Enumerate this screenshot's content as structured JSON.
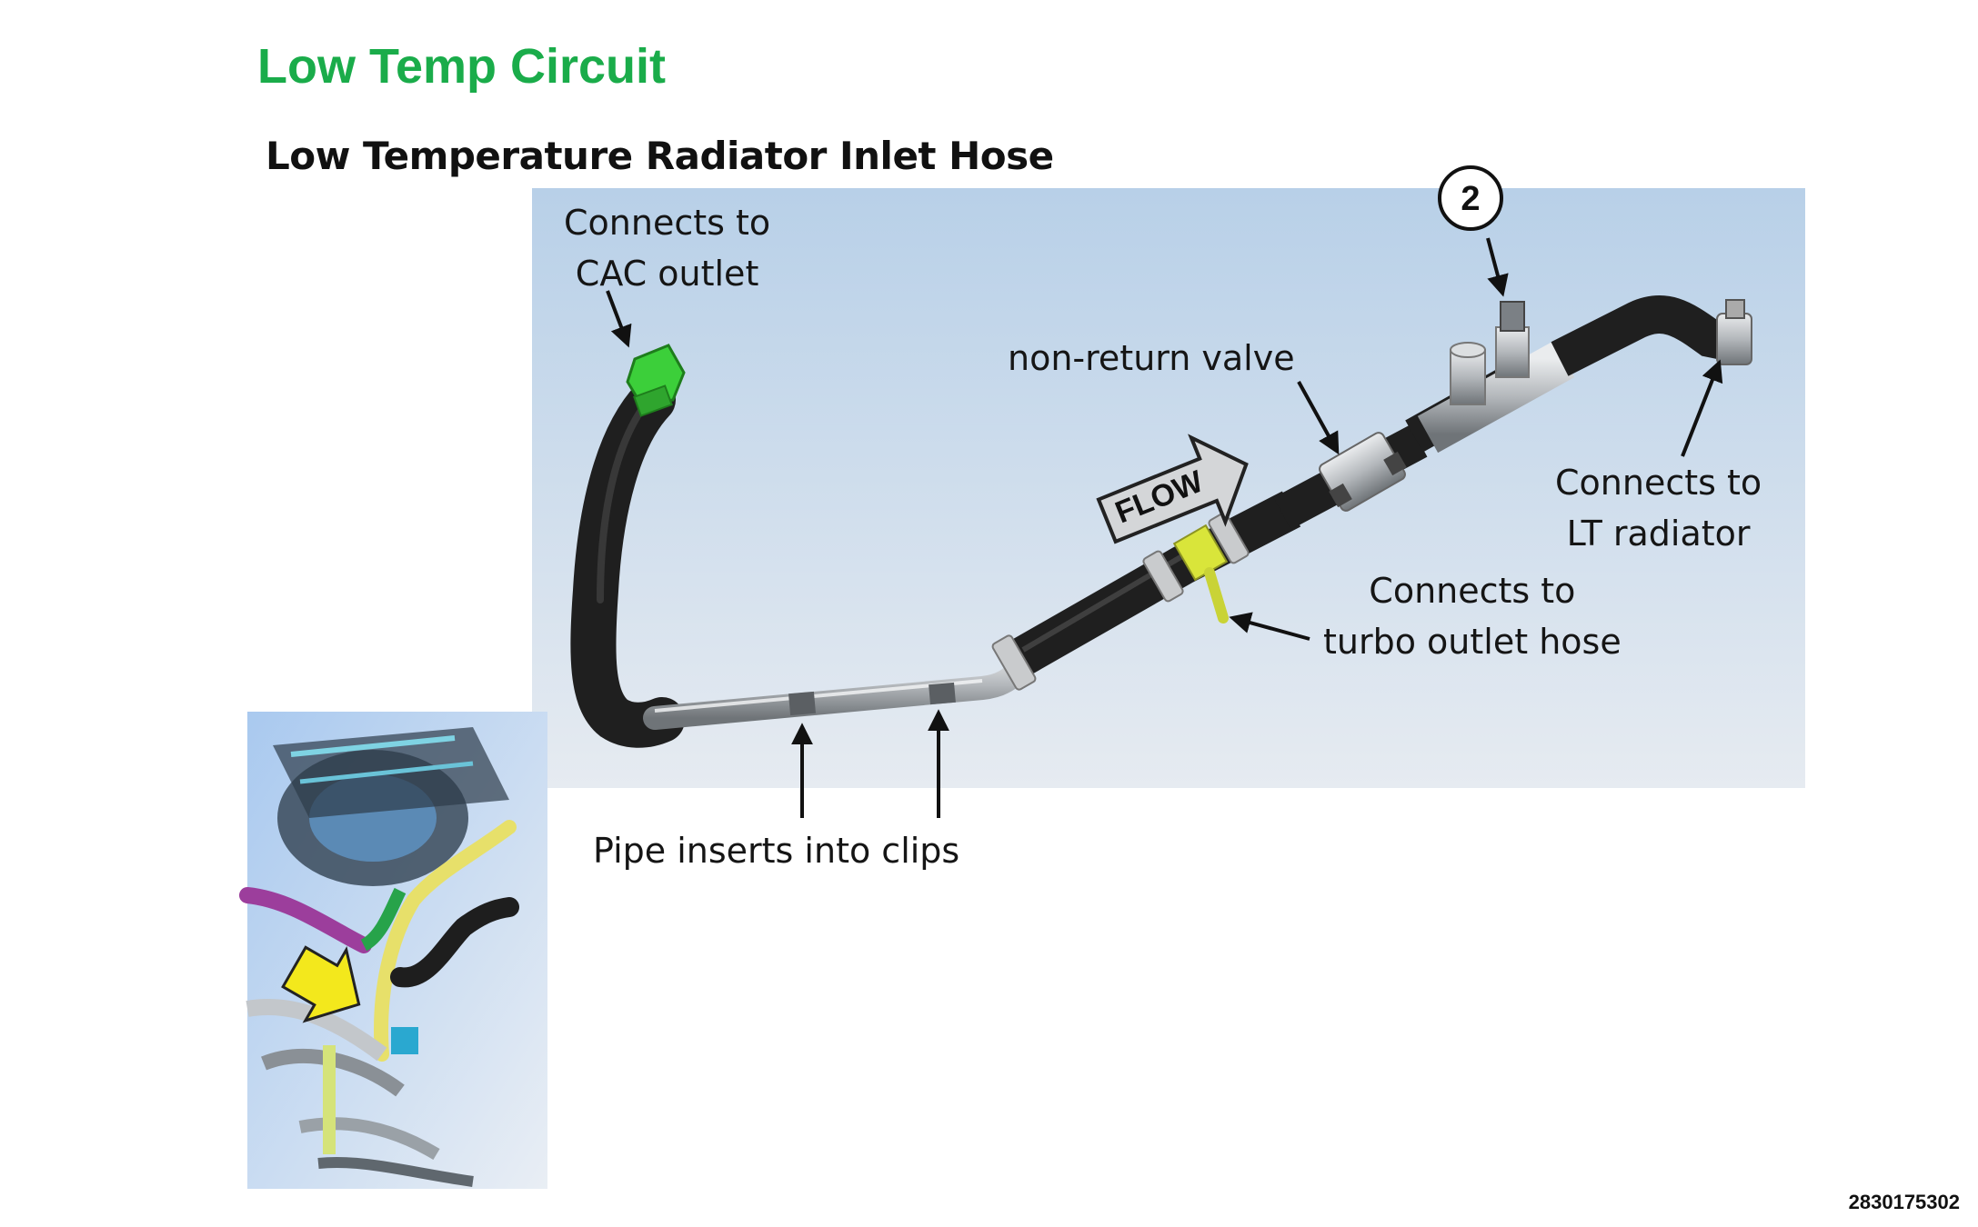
{
  "title": "Low Temp Circuit",
  "subtitle": "Low Temperature Radiator Inlet Hose",
  "labels": {
    "cac_line1": "Connects to",
    "cac_line2": "CAC outlet",
    "valve": "non-return valve",
    "lt_line1": "Connects to",
    "lt_line2": "LT radiator",
    "turbo_line1": "Connects to",
    "turbo_line2": "turbo outlet hose",
    "clips": "Pipe inserts into clips",
    "flow": "FLOW",
    "callout": "2"
  },
  "document_id": "2830175302",
  "colors": {
    "title_green": "#1aac4a",
    "panel_top": "#b8d0e8",
    "panel_bottom": "#e8eef4",
    "hose_black": "#1e1e1e",
    "pipe_silver": "#b9bcbf",
    "cac_fitting_green": "#3ccf3a",
    "tee_yellow": "#d9e53a",
    "inset_arrow_yellow": "#f3e81c"
  }
}
